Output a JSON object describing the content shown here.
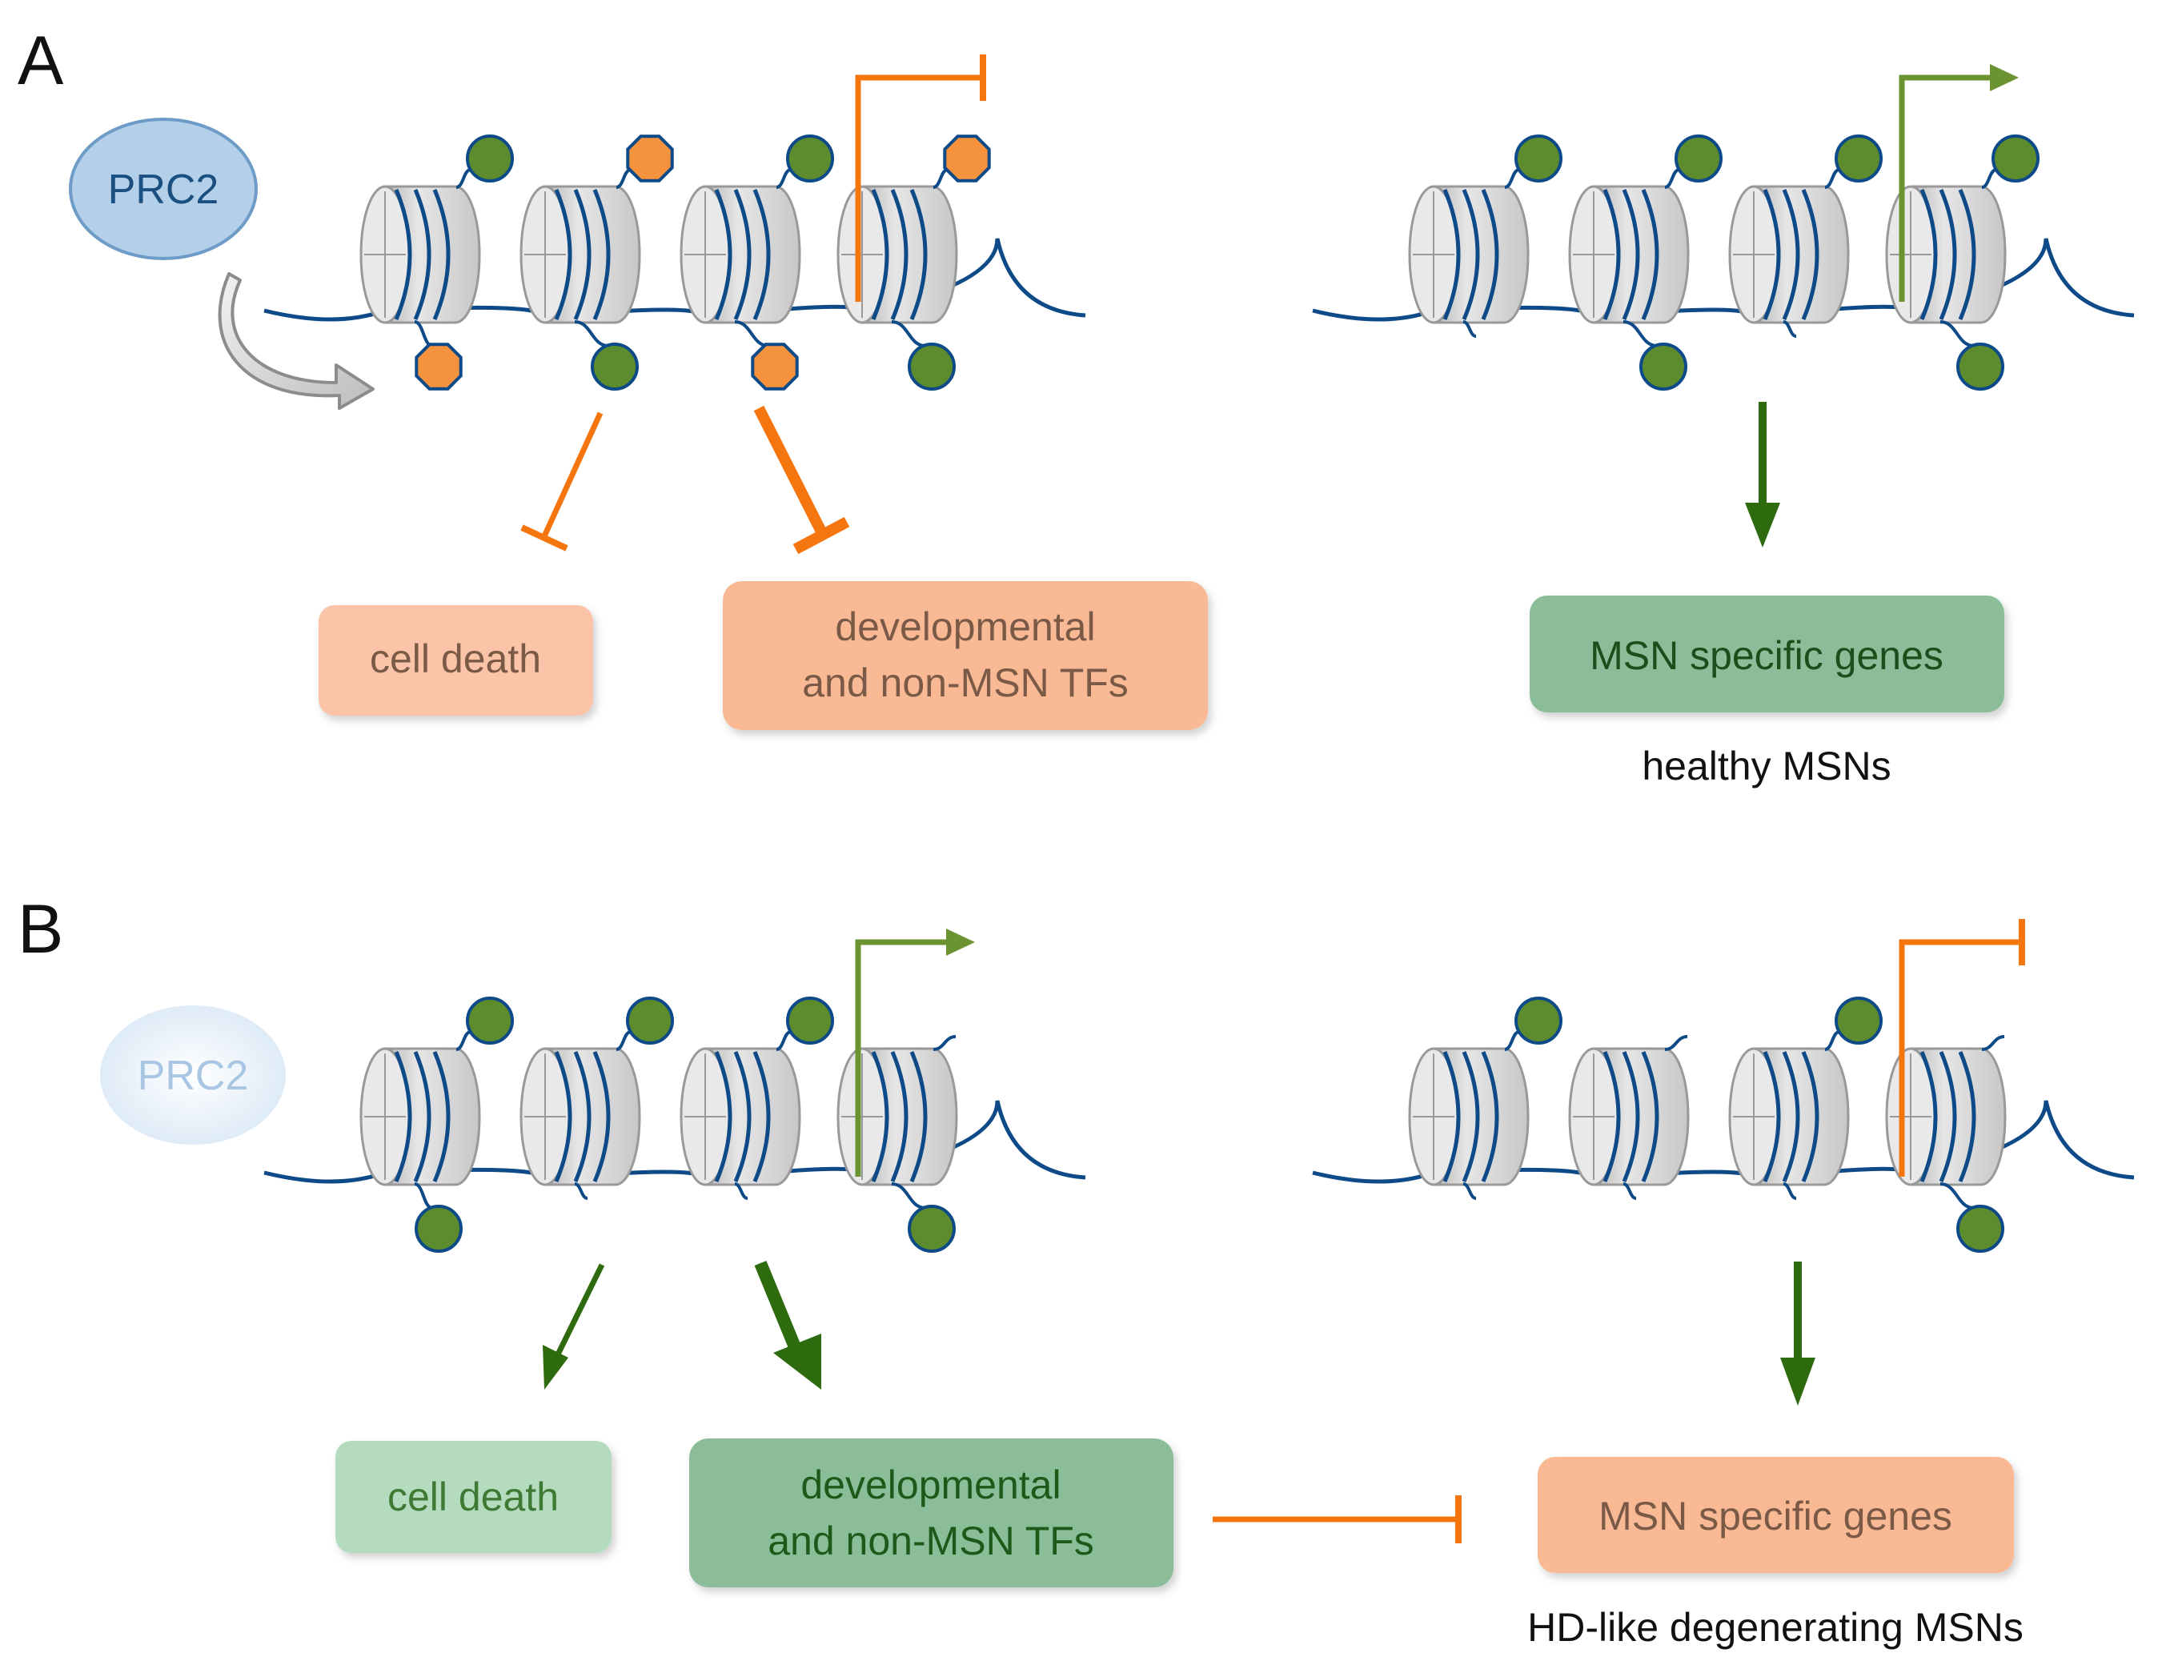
{
  "panels": {
    "a": {
      "letter": "A",
      "prc2": "PRC2"
    },
    "b": {
      "letter": "B",
      "prc2": "PRC2"
    }
  },
  "boxes": {
    "a_cell_death": "cell death",
    "a_dev_line1": "developmental",
    "a_dev_line2": "and non-MSN  TFs",
    "a_msn_genes": "MSN  specific genes",
    "b_cell_death": "cell death",
    "b_dev_line1": "developmental",
    "b_dev_line2": "and non-MSN  TFs",
    "b_msn_genes": "MSN  specific genes"
  },
  "captions": {
    "a_right": "healthy MSNs",
    "b_right": "HD-like  degenerating  MSNs"
  },
  "colors": {
    "dna": "#0d4a87",
    "nucleosome_fill": "#d6d6d6",
    "nucleosome_stroke": "#999999",
    "active_mark": "#5c8c2d",
    "repressive_mark": "#f5923e",
    "repress": "#f5750e",
    "activate": "#2e6b0e",
    "green_arrow": "#6b9331",
    "prc2_fill": "#b3cfe9",
    "prc2_text": "#1a4f80"
  }
}
